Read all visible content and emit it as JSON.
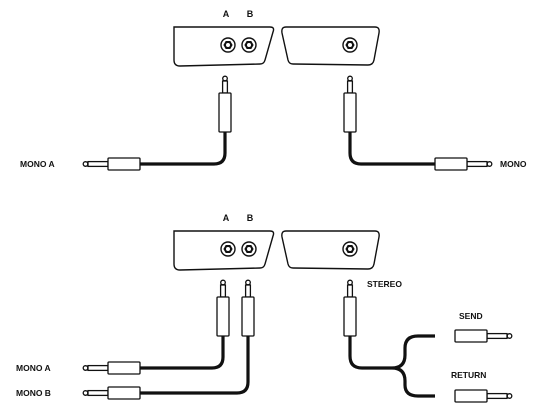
{
  "colors": {
    "ink": "#111111",
    "fill": "#ffffff"
  },
  "top": {
    "jack_labels": [
      "A",
      "B"
    ],
    "mono_a_label": "MONO A",
    "mono_label": "MONO"
  },
  "bottom": {
    "jack_labels": [
      "A",
      "B"
    ],
    "stereo_label": "STEREO",
    "send_label": "SEND",
    "return_label": "RETURN",
    "mono_a_label": "MONO A",
    "mono_b_label": "MONO B"
  }
}
